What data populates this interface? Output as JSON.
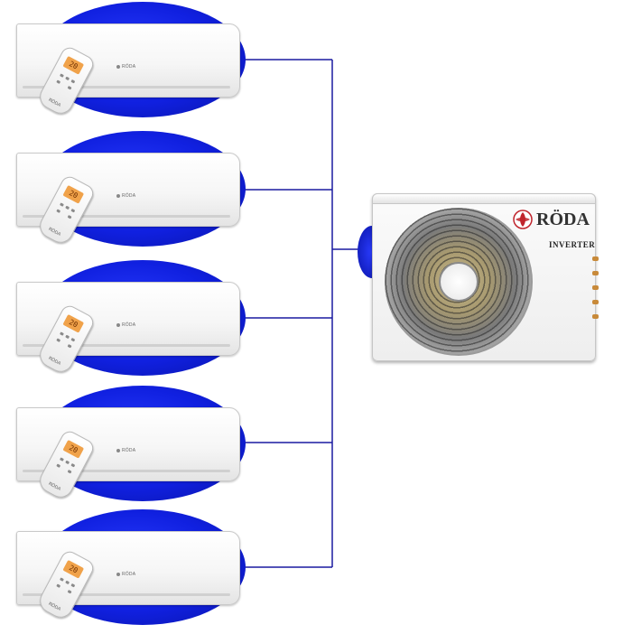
{
  "outdoor_unit": {
    "brand": "RÖDA",
    "label": "INVERTER"
  },
  "indoor_units": [
    {
      "remote_display": "20",
      "brand": "RÖDA",
      "remote_brand": "RÖDA"
    },
    {
      "remote_display": "20",
      "brand": "RÖDA",
      "remote_brand": "RÖDA"
    },
    {
      "remote_display": "20",
      "brand": "RÖDA",
      "remote_brand": "RÖDA"
    },
    {
      "remote_display": "20",
      "brand": "RÖDA",
      "remote_brand": "RÖDA"
    },
    {
      "remote_display": "20",
      "brand": "RÖDA",
      "remote_brand": "RÖDA"
    }
  ],
  "colors": {
    "highlight": "#1020e0",
    "wire": "#1a1aa0",
    "logo": "#c0242c"
  }
}
